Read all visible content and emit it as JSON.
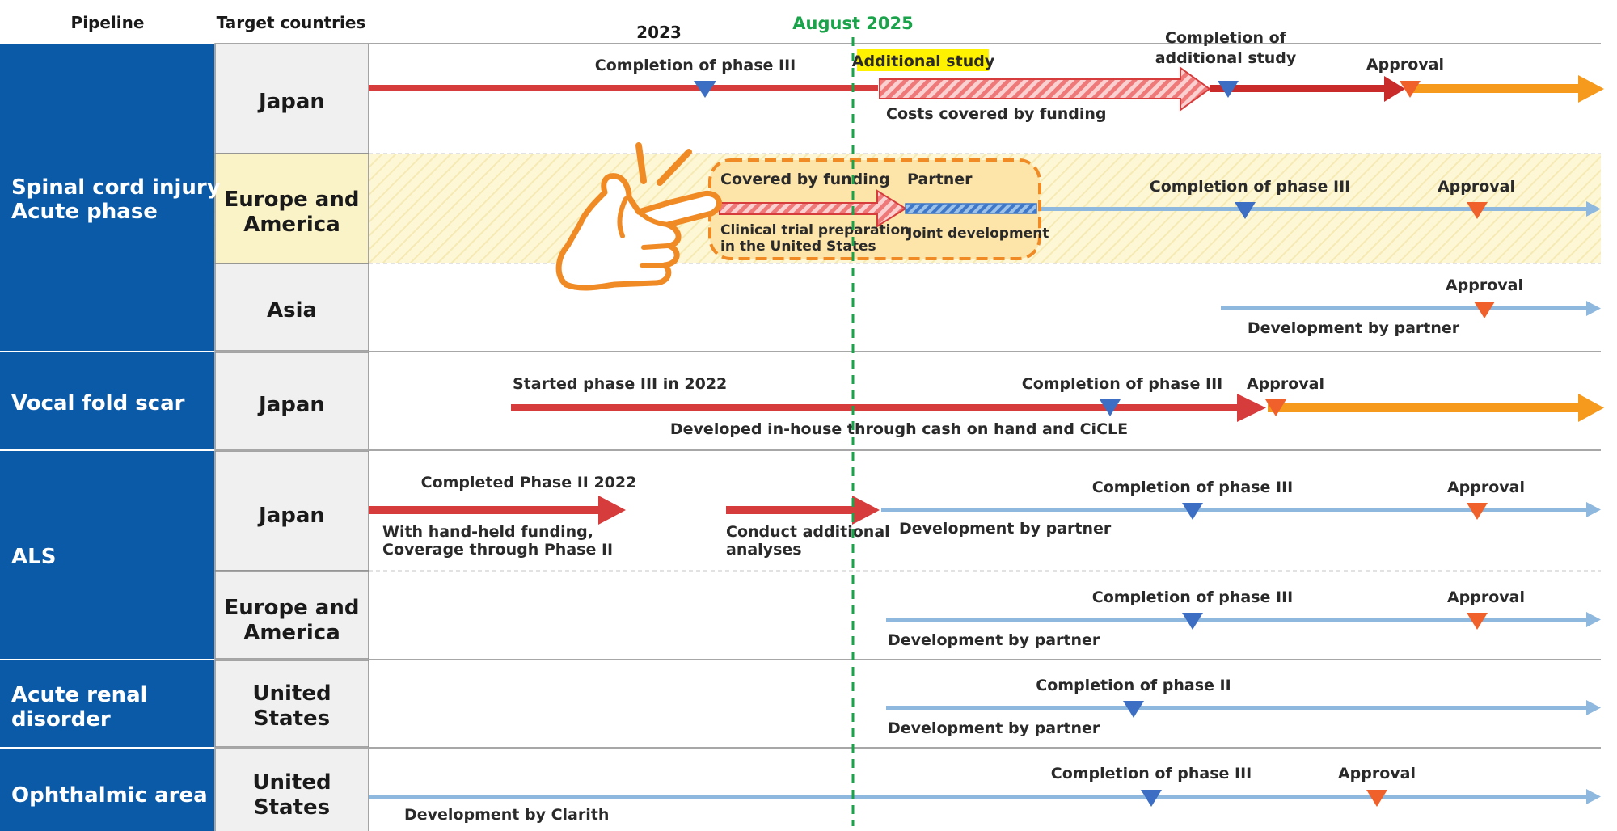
{
  "headers": {
    "pipeline": "Pipeline",
    "target_countries": "Target countries",
    "year_2023": "2023",
    "current": "August 2025"
  },
  "colors": {
    "pipeline_bg": "#0b5aa8",
    "country_bg": "#f0f0f0",
    "red": "#d63c3c",
    "orange": "#f59a1c",
    "light_blue": "#8fb8de",
    "milestone_blue": "#3c6fc4",
    "milestone_orange": "#f0602a",
    "today_line": "#1aa34a",
    "highlight": "#fff200",
    "callout": "#f08a24"
  },
  "pipelines": {
    "sci": {
      "line1": "Spinal cord injury",
      "line2": "Acute phase"
    },
    "vocal": {
      "line1": "Vocal fold scar"
    },
    "als": {
      "line1": "ALS"
    },
    "renal": {
      "line1": "Acute renal",
      "line2": "disorder"
    },
    "oph": {
      "line1": "Ophthalmic area"
    }
  },
  "countries": {
    "sci_japan": {
      "line1": "Japan"
    },
    "sci_eu": {
      "line1": "Europe and",
      "line2": "America"
    },
    "sci_asia": {
      "line1": "Asia"
    },
    "vocal_japan": {
      "line1": "Japan"
    },
    "als_japan": {
      "line1": "Japan"
    },
    "als_eu": {
      "line1": "Europe and",
      "line2": "America"
    },
    "renal_us": {
      "line1": "United",
      "line2": "States"
    },
    "oph_us": {
      "line1": "United",
      "line2": "States"
    }
  },
  "labels": {
    "sci_japan": {
      "completion_p3": "Completion of phase III",
      "additional_study": "Additional study",
      "completion_add_1": "Completion of",
      "completion_add_2": "additional study",
      "approval": "Approval",
      "costs": "Costs covered by funding"
    },
    "sci_eu": {
      "covered": "Covered by funding",
      "partner": "Partner",
      "prep_1": "Clinical trial preparation",
      "prep_2": "in the United States",
      "joint": "Joint development",
      "completion_p3": "Completion of phase III",
      "approval": "Approval"
    },
    "sci_asia": {
      "approval": "Approval",
      "dev": "Development by partner"
    },
    "vocal": {
      "started": "Started phase III in 2022",
      "completion_p3": "Completion of phase III",
      "approval": "Approval",
      "dev": "Developed in-house through cash on hand and CiCLE"
    },
    "als_japan": {
      "completed_p2": "Completed Phase II 2022",
      "handheld_1": "With hand-held funding,",
      "handheld_2": "Coverage through Phase II",
      "conduct_1": "Conduct additional",
      "conduct_2": "analyses",
      "dev": "Development by partner",
      "completion_p3": "Completion of phase III",
      "approval": "Approval"
    },
    "als_eu": {
      "completion_p3": "Completion of phase III",
      "approval": "Approval",
      "dev": "Development by partner"
    },
    "renal": {
      "completion_p2": "Completion of phase II",
      "dev": "Development by partner"
    },
    "oph": {
      "completion_p3": "Completion of phase III",
      "approval": "Approval",
      "dev": "Development by Clarith"
    }
  }
}
